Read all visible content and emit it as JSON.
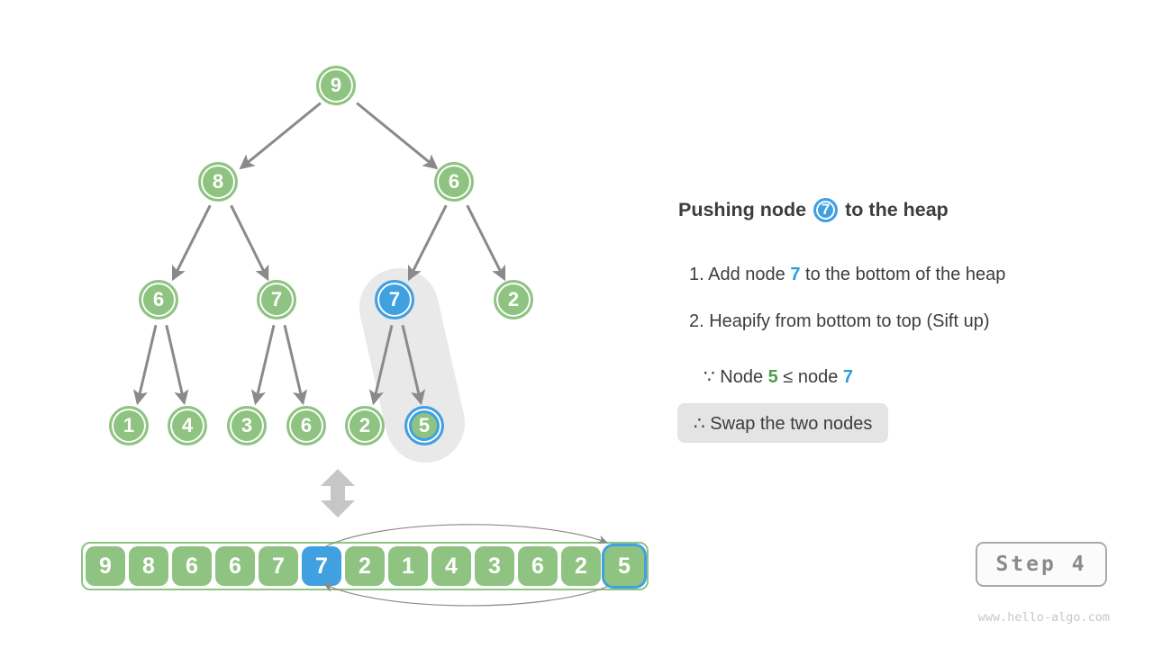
{
  "palette": {
    "node_green": "#8fc382",
    "node_blue": "#41a0e0",
    "edge_gray": "#8a8a8a",
    "highlight_pill": "#e9e9e9",
    "swap_box_bg": "#e4e4e4",
    "text_dark": "#3d3d3d",
    "text_blue": "#2b9fd8",
    "text_green": "#4d9e4a"
  },
  "tree": {
    "nodes": [
      {
        "value": "9",
        "style": "green"
      },
      {
        "value": "8",
        "style": "green"
      },
      {
        "value": "6",
        "style": "green"
      },
      {
        "value": "6",
        "style": "green"
      },
      {
        "value": "7",
        "style": "green"
      },
      {
        "value": "7",
        "style": "blue"
      },
      {
        "value": "2",
        "style": "green"
      },
      {
        "value": "1",
        "style": "green"
      },
      {
        "value": "4",
        "style": "green"
      },
      {
        "value": "3",
        "style": "green"
      },
      {
        "value": "6",
        "style": "green"
      },
      {
        "value": "2",
        "style": "green"
      },
      {
        "value": "5",
        "style": "green-blue-ring"
      }
    ]
  },
  "array": {
    "cells": [
      {
        "value": "9",
        "style": "green"
      },
      {
        "value": "8",
        "style": "green"
      },
      {
        "value": "6",
        "style": "green"
      },
      {
        "value": "6",
        "style": "green"
      },
      {
        "value": "7",
        "style": "green"
      },
      {
        "value": "7",
        "style": "blue"
      },
      {
        "value": "2",
        "style": "green"
      },
      {
        "value": "1",
        "style": "green"
      },
      {
        "value": "4",
        "style": "green"
      },
      {
        "value": "3",
        "style": "green"
      },
      {
        "value": "6",
        "style": "green"
      },
      {
        "value": "2",
        "style": "green"
      },
      {
        "value": "5",
        "style": "green-blue-border"
      }
    ]
  },
  "panel": {
    "heading_prefix": "Pushing node",
    "heading_node": "7",
    "heading_suffix": "to the heap",
    "steps": [
      {
        "prefix": "1. Add node ",
        "highlight": "7",
        "suffix": " to the bottom of the heap"
      },
      {
        "prefix": "2. Heapify from bottom to top (Sift up)",
        "highlight": "",
        "suffix": ""
      }
    ],
    "because": {
      "prefix": "∵ Node ",
      "a": "5",
      "mid": " ≤ node ",
      "b": "7"
    },
    "therefore": {
      "text": "∴ Swap the two nodes"
    }
  },
  "step_badge": "Step 4",
  "watermark": "www.hello-algo.com"
}
